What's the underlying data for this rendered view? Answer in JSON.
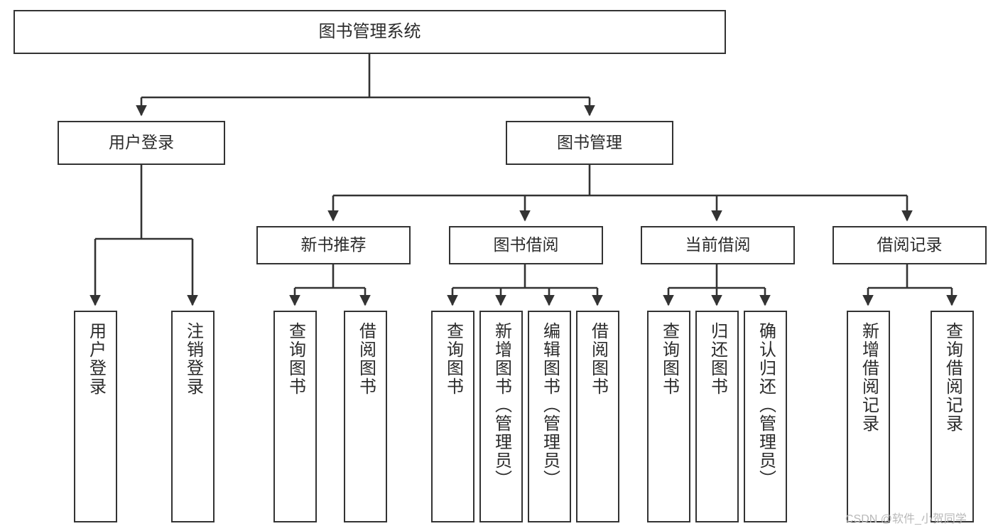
{
  "diagram": {
    "type": "tree",
    "title": "图书管理系统",
    "orientation": "top-down",
    "style": {
      "box_fill": "#ffffff",
      "box_stroke": "#333333",
      "edge_color": "#333333",
      "text_color": "#2b2b2b",
      "background": "#ffffff",
      "watermark_color": "#b9b9b9"
    },
    "nodes": {
      "root": {
        "label": "图书管理系统"
      },
      "level2": [
        {
          "id": "user-login",
          "label": "用户登录"
        },
        {
          "id": "book-management",
          "label": "图书管理"
        }
      ],
      "level3": [
        {
          "id": "new-book-recommend",
          "label": "新书推荐"
        },
        {
          "id": "book-borrow",
          "label": "图书借阅"
        },
        {
          "id": "current-borrow",
          "label": "当前借阅"
        },
        {
          "id": "borrow-record",
          "label": "借阅记录"
        }
      ],
      "leaves": [
        {
          "id": "leaf-user-login",
          "parent": "user-login",
          "label": "用户登录"
        },
        {
          "id": "leaf-logout",
          "parent": "user-login",
          "label": "注销登录"
        },
        {
          "id": "leaf-query-book-1",
          "parent": "new-book-recommend",
          "label": "查询图书"
        },
        {
          "id": "leaf-borrow-book-1",
          "parent": "new-book-recommend",
          "label": "借阅图书"
        },
        {
          "id": "leaf-query-book-2",
          "parent": "book-borrow",
          "label": "查询图书"
        },
        {
          "id": "leaf-add-book",
          "parent": "book-borrow",
          "label": "新增图书（管理员）"
        },
        {
          "id": "leaf-edit-book",
          "parent": "book-borrow",
          "label": "编辑图书（管理员）"
        },
        {
          "id": "leaf-borrow-book-2",
          "parent": "book-borrow",
          "label": "借阅图书"
        },
        {
          "id": "leaf-query-book-3",
          "parent": "current-borrow",
          "label": "查询图书"
        },
        {
          "id": "leaf-return-book",
          "parent": "current-borrow",
          "label": "归还图书"
        },
        {
          "id": "leaf-confirm-return",
          "parent": "current-borrow",
          "label": "确认归还（管理员）"
        },
        {
          "id": "leaf-add-record",
          "parent": "borrow-record",
          "label": "新增借阅记录"
        },
        {
          "id": "leaf-query-record",
          "parent": "borrow-record",
          "label": "查询借阅记录"
        }
      ]
    },
    "watermark": "CSDN @软件_小贺同学"
  }
}
